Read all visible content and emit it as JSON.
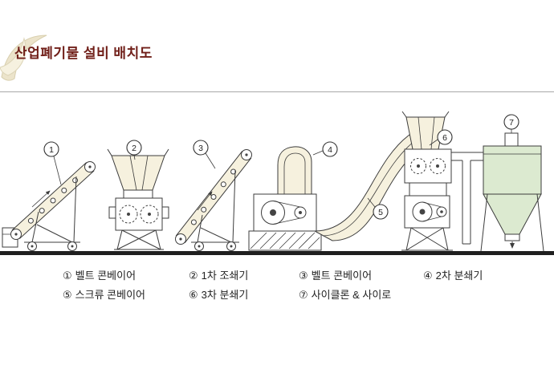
{
  "header": {
    "title": "산업폐기물 설비 배치도"
  },
  "diagram": {
    "callouts": [
      {
        "num": "1"
      },
      {
        "num": "2"
      },
      {
        "num": "3"
      },
      {
        "num": "4"
      },
      {
        "num": "5"
      },
      {
        "num": "6"
      },
      {
        "num": "7"
      }
    ]
  },
  "legend": {
    "items": [
      {
        "num": "①",
        "label": "벨트 콘베이어"
      },
      {
        "num": "②",
        "label": "1차 조쇄기"
      },
      {
        "num": "③",
        "label": "벨트 콘베이어"
      },
      {
        "num": "④",
        "label": "2차 분쇄기"
      },
      {
        "num": "⑤",
        "label": "스크류 콘베이어"
      },
      {
        "num": "⑥",
        "label": "3차 분쇄기"
      },
      {
        "num": "⑦",
        "label": "사이클론 & 사이로"
      }
    ]
  },
  "colors": {
    "title": "#71201a",
    "machine_fill": "#f6f1de",
    "cyclone_fill": "#dcead0",
    "outline": "#3c3c3c",
    "ground": "#1f1f1f",
    "divider": "#a8a8a8"
  }
}
